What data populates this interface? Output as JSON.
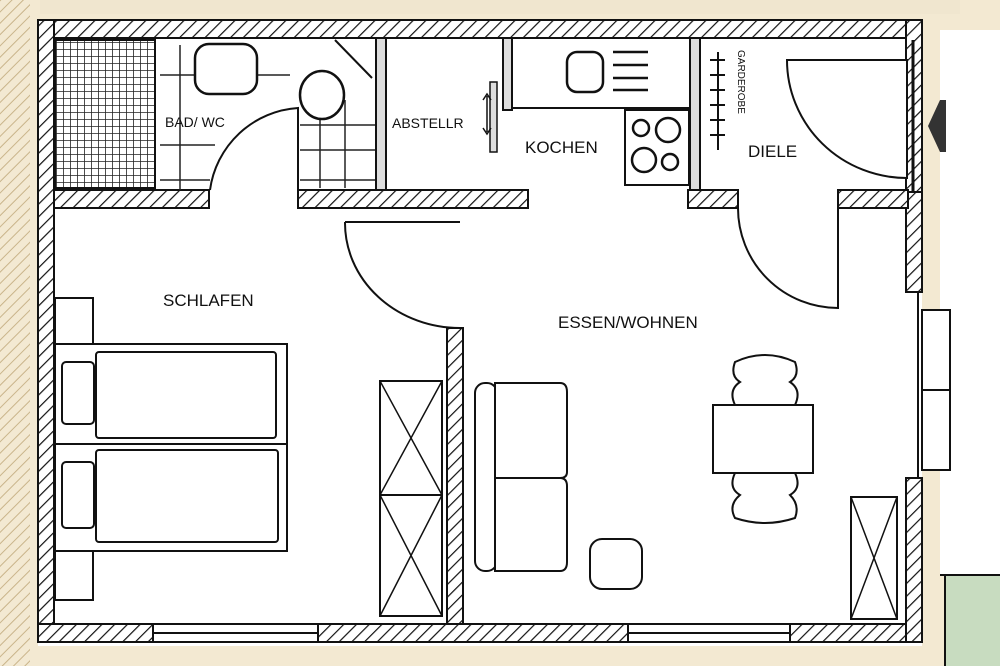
{
  "plan": {
    "type": "apartment floor plan",
    "colors": {
      "background": "#ffffff",
      "surround": "#f3e9d2",
      "surround_hatch": "#c9b48a",
      "wall_line": "#111111",
      "garden": "#c8dcc0"
    },
    "rooms": [
      {
        "id": "bad",
        "label": "BAD/ WC"
      },
      {
        "id": "abstell",
        "label": "ABSTELLR"
      },
      {
        "id": "kochen",
        "label": "KOCHEN"
      },
      {
        "id": "diele",
        "label": "DIELE"
      },
      {
        "id": "schlafen",
        "label": "SCHLAFEN"
      },
      {
        "id": "wohnen",
        "label": "ESSEN/WOHNEN"
      }
    ],
    "annotations": {
      "garderobe": "GARDEROBE"
    },
    "icons": {
      "entrance": "entrance-arrow-icon"
    }
  }
}
